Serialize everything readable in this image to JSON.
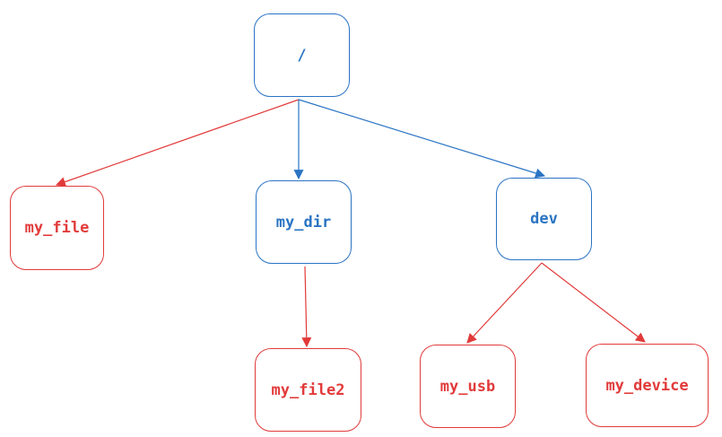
{
  "diagram": {
    "nodes": [
      {
        "id": "root",
        "label": "/",
        "kind": "dir"
      },
      {
        "id": "my_file",
        "label": "my_file",
        "kind": "file"
      },
      {
        "id": "my_dir",
        "label": "my_dir",
        "kind": "dir"
      },
      {
        "id": "dev",
        "label": "dev",
        "kind": "dir"
      },
      {
        "id": "my_file2",
        "label": "my_file2",
        "kind": "file"
      },
      {
        "id": "my_usb",
        "label": "my_usb",
        "kind": "file"
      },
      {
        "id": "my_device",
        "label": "my_device",
        "kind": "file"
      }
    ],
    "edges": [
      {
        "from": "root",
        "to": "my_file",
        "kind": "file"
      },
      {
        "from": "root",
        "to": "my_dir",
        "kind": "dir"
      },
      {
        "from": "root",
        "to": "dev",
        "kind": "dir"
      },
      {
        "from": "my_dir",
        "to": "my_file2",
        "kind": "file"
      },
      {
        "from": "dev",
        "to": "my_usb",
        "kind": "file"
      },
      {
        "from": "dev",
        "to": "my_device",
        "kind": "file"
      }
    ],
    "colors": {
      "dir": "#2a74c3",
      "file": "#e23a3a"
    }
  }
}
